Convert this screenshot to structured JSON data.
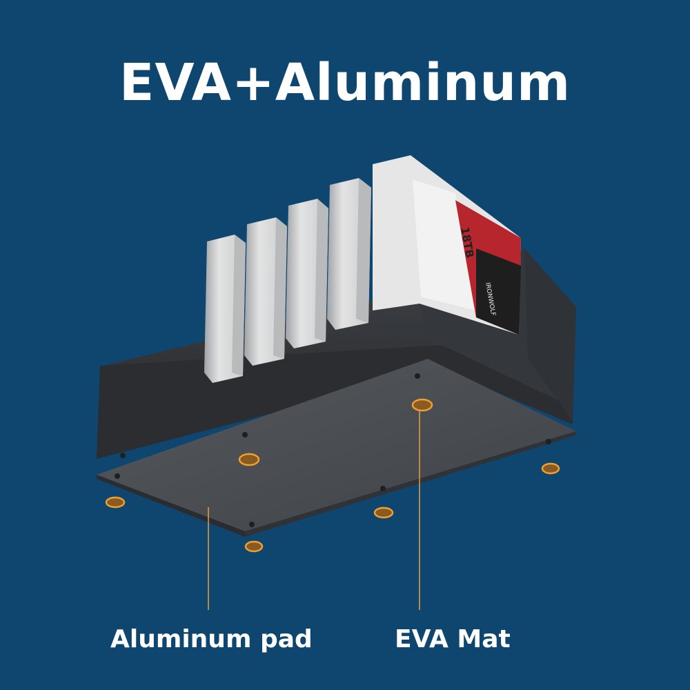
{
  "title": "EVA+Aluminum",
  "labels": {
    "left": "Aluminum pad",
    "right": "EVA Mat"
  },
  "drive": {
    "capacity": "18TB",
    "brand": "IRONWOLF"
  },
  "colors": {
    "background": "#0f4670",
    "accent": "#f0a030",
    "dock": "#3b3e42",
    "drive": "#d8d8d8"
  }
}
